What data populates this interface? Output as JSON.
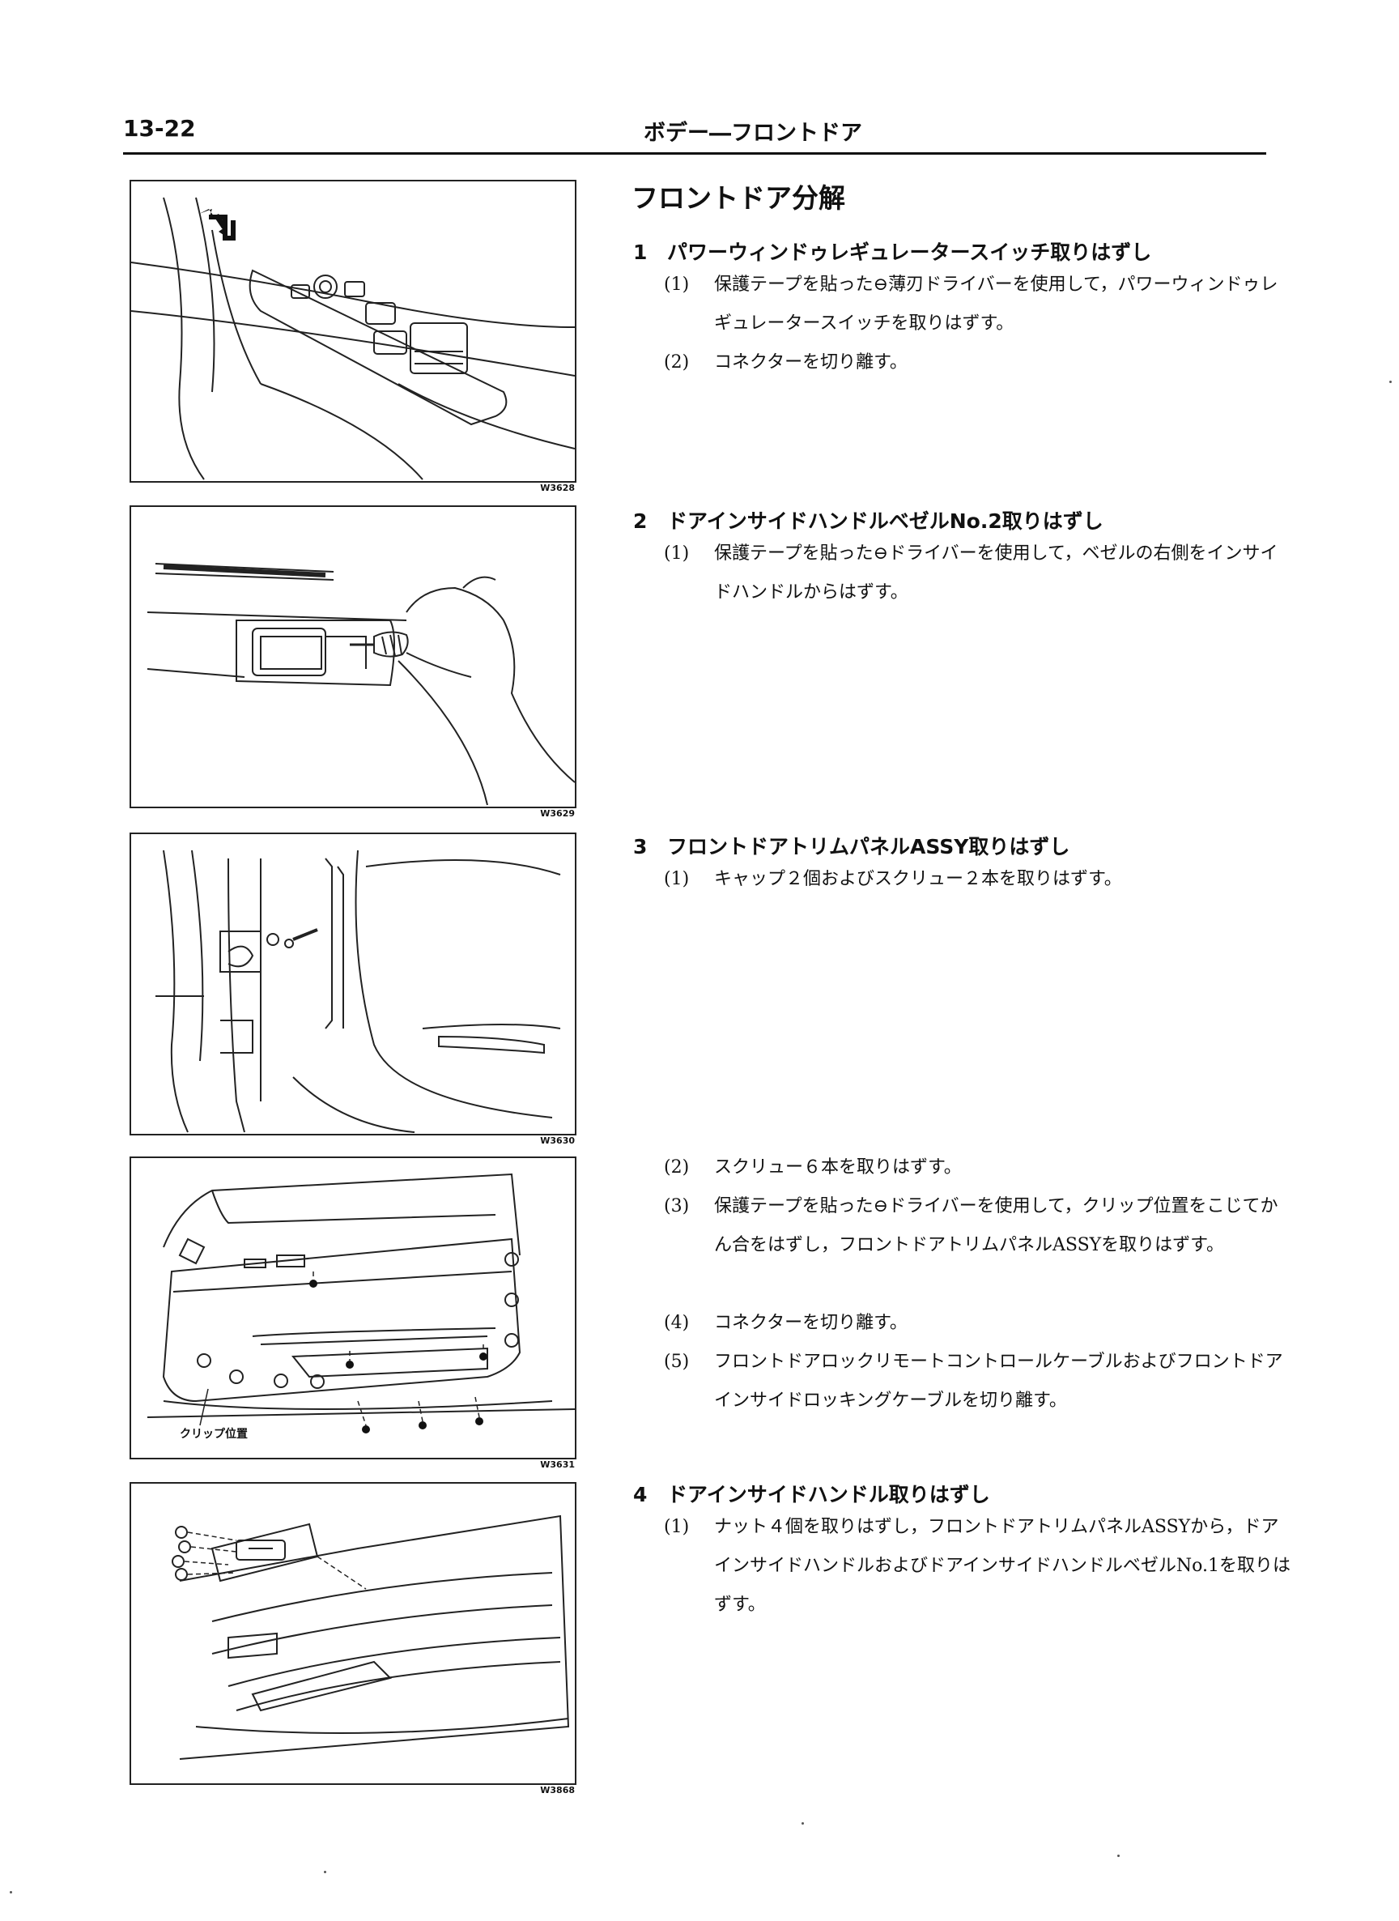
{
  "header": {
    "page_number": "13-22",
    "chapter": "ボデー―フロントドア"
  },
  "section_title": "フロントドア分解",
  "figures": [
    {
      "code": "W3628",
      "icon": "power-window-switch-illustration"
    },
    {
      "code": "W3629",
      "icon": "inside-handle-bezel-illustration"
    },
    {
      "code": "W3630",
      "icon": "door-trim-cap-screw-illustration"
    },
    {
      "code": "W3631",
      "icon": "door-trim-panel-clip-illustration",
      "label": "クリップ位置"
    },
    {
      "code": "W3868",
      "icon": "inside-handle-removal-illustration"
    }
  ],
  "steps": [
    {
      "num": "1",
      "title": "パワーウィンドゥレギュレータースイッチ取りはずし",
      "subs": [
        {
          "num": "(1)",
          "text": "保護テープを貼った⊖薄刃ドライバーを使用して，パワーウィンドゥレギュレータースイッチを取りはずす。"
        },
        {
          "num": "(2)",
          "text": "コネクターを切り離す。"
        }
      ]
    },
    {
      "num": "2",
      "title": "ドアインサイドハンドルベゼルNo.2取りはずし",
      "subs": [
        {
          "num": "(1)",
          "text": "保護テープを貼った⊖ドライバーを使用して，ベゼルの右側をインサイドハンドルからはずす。"
        }
      ]
    },
    {
      "num": "3",
      "title": "フロントドアトリムパネルASSY取りはずし",
      "subs": [
        {
          "num": "(1)",
          "text": "キャップ２個およびスクリュー２本を取りはずす。"
        },
        {
          "num": "(2)",
          "text": "スクリュー６本を取りはずす。"
        },
        {
          "num": "(3)",
          "text": "保護テープを貼った⊖ドライバーを使用して，クリップ位置をこじてかん合をはずし，フロントドアトリムパネルASSYを取りはずす。"
        },
        {
          "num": "(4)",
          "text": "コネクターを切り離す。"
        },
        {
          "num": "(5)",
          "text": "フロントドアロックリモートコントロールケーブルおよびフロントドアインサイドロッキングケーブルを切り離す。"
        }
      ]
    },
    {
      "num": "4",
      "title": "ドアインサイドハンドル取りはずし",
      "subs": [
        {
          "num": "(1)",
          "text": "ナット４個を取りはずし，フロントドアトリムパネルASSYから，ドアインサイドハンドルおよびドアインサイドハンドルベゼルNo.1を取りはずす。"
        }
      ]
    }
  ]
}
